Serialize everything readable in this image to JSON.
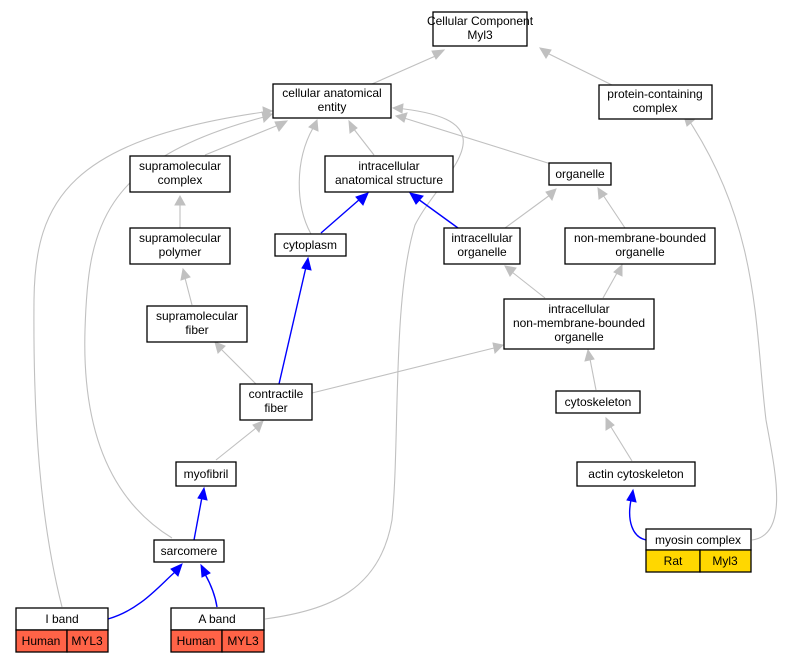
{
  "colors": {
    "human_annotation": "#ff6347",
    "rat_annotation": "#ffd700",
    "is_a_edge": "#c0c0c0",
    "part_of_edge": "#0000ff"
  },
  "nodes": {
    "root": [
      "Cellular Component",
      "Myl3"
    ],
    "cae": [
      "cellular anatomical",
      "entity"
    ],
    "pcc": [
      "protein-containing",
      "complex"
    ],
    "smc": [
      "supramolecular",
      "complex"
    ],
    "ias": [
      "intracellular",
      "anatomical structure"
    ],
    "org": [
      "organelle"
    ],
    "smp": [
      "supramolecular",
      "polymer"
    ],
    "cyto": [
      "cytoplasm"
    ],
    "io": [
      "intracellular",
      "organelle"
    ],
    "nmbo": [
      "non-membrane-bounded",
      "organelle"
    ],
    "smf": [
      "supramolecular",
      "fiber"
    ],
    "inmbo": [
      "intracellular",
      "non-membrane-bounded",
      "organelle"
    ],
    "cf": [
      "contractile",
      "fiber"
    ],
    "cysk": [
      "cytoskeleton"
    ],
    "myof": [
      "myofibril"
    ],
    "acsk": [
      "actin cytoskeleton"
    ],
    "sarc": [
      "sarcomere"
    ],
    "myoc": [
      "myosin complex"
    ],
    "iband": [
      "I band"
    ],
    "aband": [
      "A band"
    ]
  },
  "annotations": {
    "iband": [
      "Human",
      "MYL3"
    ],
    "aband": [
      "Human",
      "MYL3"
    ],
    "myoc": [
      "Rat",
      "Myl3"
    ]
  }
}
